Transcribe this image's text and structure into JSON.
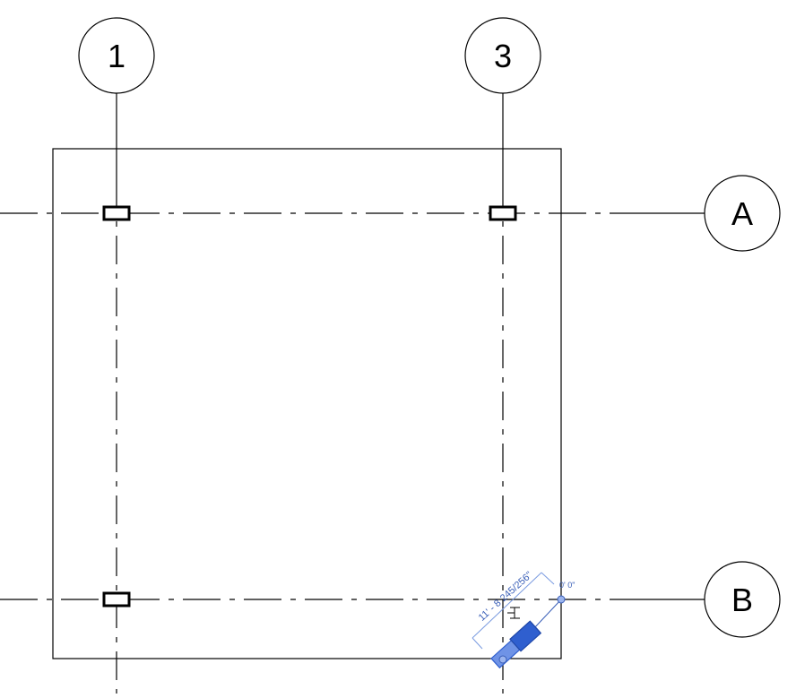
{
  "grids": {
    "vertical": [
      {
        "label": "1"
      },
      {
        "label": "3"
      }
    ],
    "horizontal": [
      {
        "label": "A"
      },
      {
        "label": "B"
      }
    ]
  },
  "selected_element": {
    "dimension_text": "11' - 8 245/256\"",
    "offset_text": "0'  0\"",
    "highlight_color": "#2f5fcf",
    "fill_color": "#6f93e6"
  },
  "colors": {
    "line": "#000000",
    "annotation": "#3a5fb8"
  }
}
